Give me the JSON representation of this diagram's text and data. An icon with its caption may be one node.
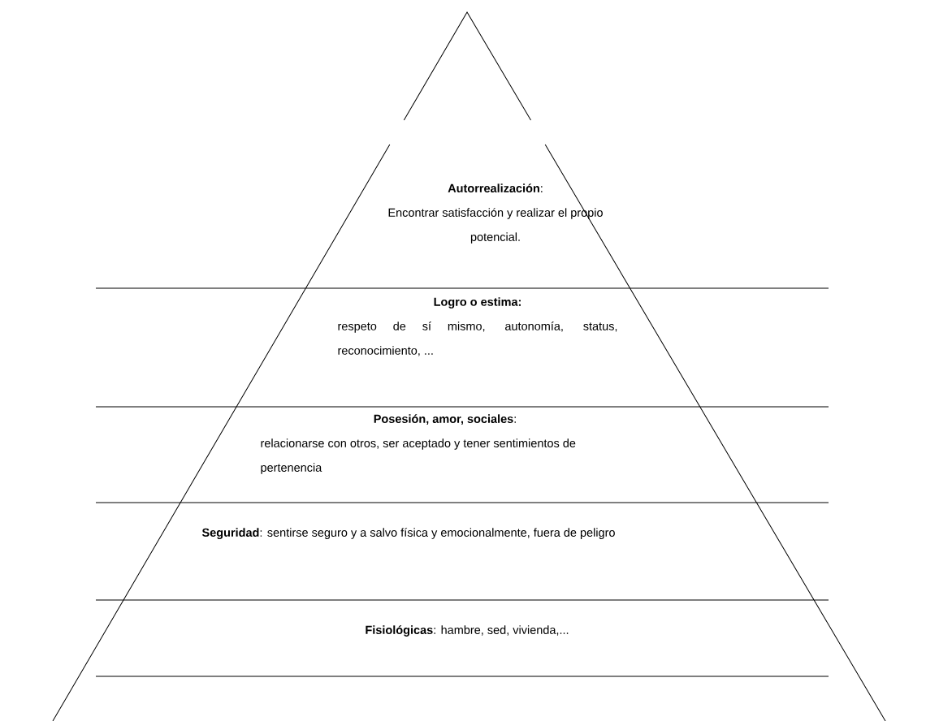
{
  "diagram": {
    "nodes": [
      {
        "text": [
          "**Autorrealización**:",
          "Encontrar satisfacción y realizar el propio potencial."
        ]
      },
      {
        "text": [
          "**Logro o estima:**",
          "respeto de sí mismo, autonomía, status, reconocimiento, ..."
        ]
      },
      {
        "text": [
          "**Posesión, amor, sociales**:",
          "relacionarse con otros, ser aceptado y tener sentimientos de pertenencia"
        ]
      },
      {
        "text": [
          "**Seguridad**: sentirse seguro y a salvo física y emocionalmente, fuera de peligro"
        ]
      },
      {
        "text": [
          "**Fisiológicas**: hambre, sed, vivienda,..."
        ]
      }
    ]
  }
}
